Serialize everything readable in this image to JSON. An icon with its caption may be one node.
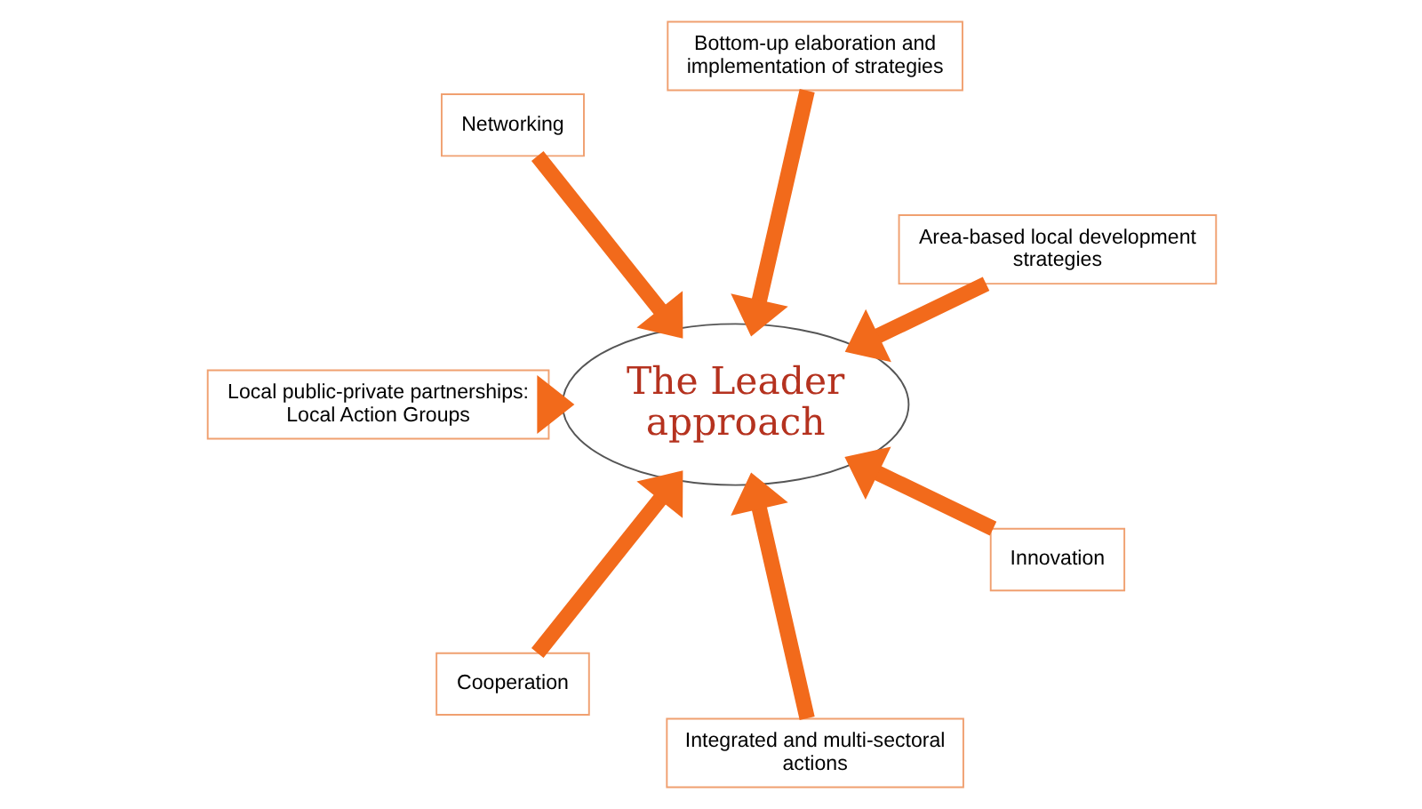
{
  "diagram": {
    "nodes": [
      {
        "text": [
          "The Leader approach"
        ]
      },
      {
        "text": [
          "Area-based local development strategies"
        ]
      },
      {
        "text": [
          "Bottom-up elaboration and implementation of strategies"
        ]
      },
      {
        "text": [
          "Networking"
        ]
      },
      {
        "text": [
          "Local public-private partnerships: Local Action Groups"
        ]
      },
      {
        "text": [
          "Cooperation"
        ]
      },
      {
        "text": [
          "Integrated and multi-sectoral actions"
        ]
      },
      {
        "text": [
          "Innovation"
        ]
      }
    ],
    "edges": [
      {
        "from": 1,
        "to": 0,
        "arrow": "to"
      },
      {
        "from": 2,
        "to": 0,
        "arrow": "to"
      },
      {
        "from": 3,
        "to": 0,
        "arrow": "to"
      },
      {
        "from": 4,
        "to": 0,
        "arrow": "to"
      },
      {
        "from": 5,
        "to": 0,
        "arrow": "to"
      },
      {
        "from": 6,
        "to": 0,
        "arrow": "to"
      },
      {
        "from": 7,
        "to": 0,
        "arrow": "to"
      }
    ]
  }
}
